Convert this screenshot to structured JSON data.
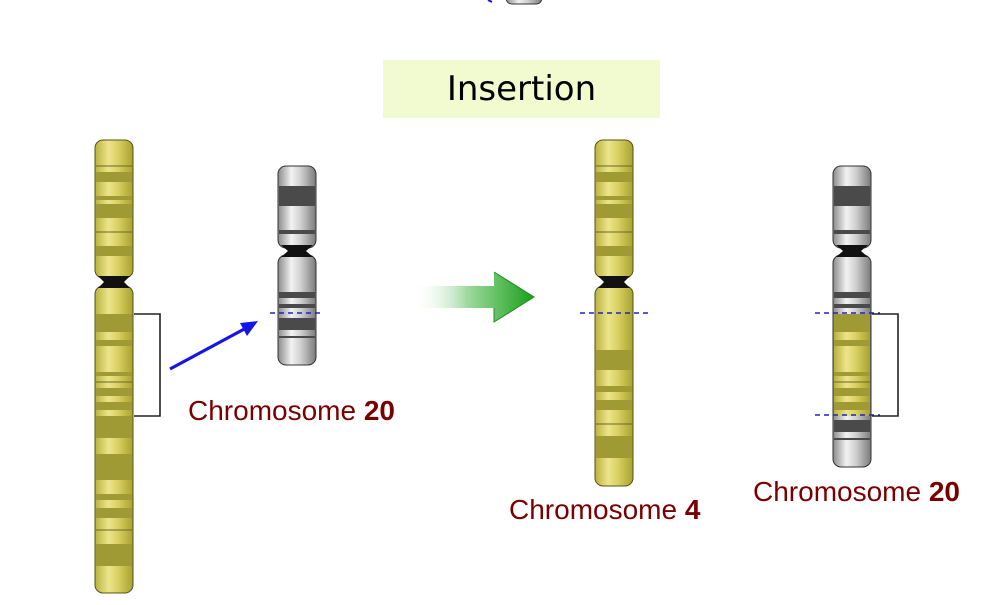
{
  "title": "Insertion",
  "labels": {
    "chr20_before": {
      "name": "Chromosome",
      "number": "20"
    },
    "chr4_after": {
      "name": "Chromosome",
      "number": "4"
    },
    "chr20_after": {
      "name": "Chromosome",
      "number": "20"
    }
  },
  "colors": {
    "chr4_fill": "#cfc85a",
    "chr4_band": "#9f9a33",
    "chr20_fill": "#c8c8c8",
    "chr20_band": "#4a4a4a",
    "centromere": "#111111",
    "insertion_arrow": "#1515e6",
    "breakpoint_line": "#2020d0",
    "transition_arrow": "#2aa52a",
    "label_text": "#7a0000",
    "title_bg": "#f2fbcf"
  },
  "icons": {
    "insertion_arrow": "blue-arrow-icon",
    "transition_arrow": "green-arrow-icon",
    "bracket": "bracket-icon"
  }
}
